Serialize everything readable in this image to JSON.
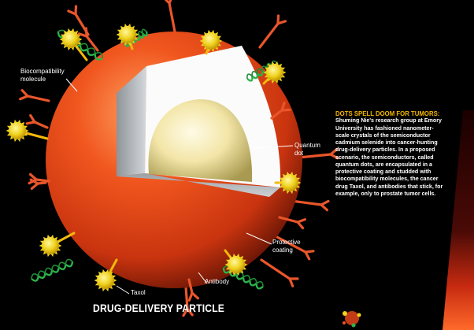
{
  "labels": {
    "biocompat": "Biocompatibility molecule",
    "quantum_dot": "Quantum dot",
    "protective": "Protective coating",
    "taxol": "Taxol",
    "antibody": "Antibody"
  },
  "title": "DRUG-DELIVERY PARTICLE",
  "caption": {
    "heading": "DOTS SPELL DOOM FOR TUMORS:",
    "body": "Shuming Nie's research group at Emory University has fashioned nanometer-scale crystals of the semiconductor cadmium selenide into cancer-hunting drug-delivery particles. In a proposed scenario, the semiconductors, called quantum dots, are encapsulated in a protective coating and studded with biocompatibility molecules, the cancer drug Taxol, and antibodies that stick, for example, only to prostate tumor cells."
  },
  "colors": {
    "background": "#000000",
    "coating": "#e8481c",
    "antibody": "#e8562a",
    "taxol": "#f0d21e",
    "stalk": "#f2b90c",
    "biocompat": "#2bb34a",
    "heading": "#f5b800"
  }
}
